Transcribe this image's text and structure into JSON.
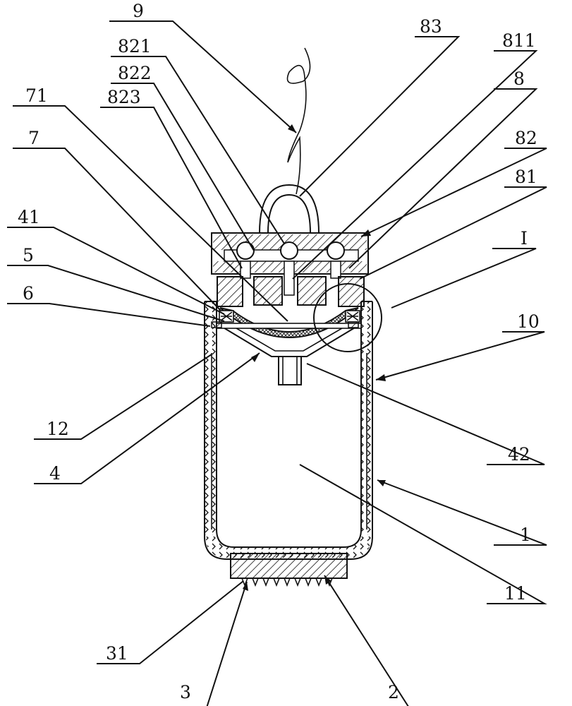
{
  "labels": {
    "l9": "9",
    "l83": "83",
    "l821": "821",
    "l811": "811",
    "l822": "822",
    "l8": "8",
    "l71": "71",
    "l823": "823",
    "l7": "7",
    "l82": "82",
    "l81": "81",
    "l41": "41",
    "l5": "5",
    "lI": "I",
    "l6": "6",
    "l10": "10",
    "l12": "12",
    "l42": "42",
    "l4": "4",
    "l1": "1",
    "l11": "11",
    "l31": "31",
    "l3": "3",
    "l2": "2"
  }
}
